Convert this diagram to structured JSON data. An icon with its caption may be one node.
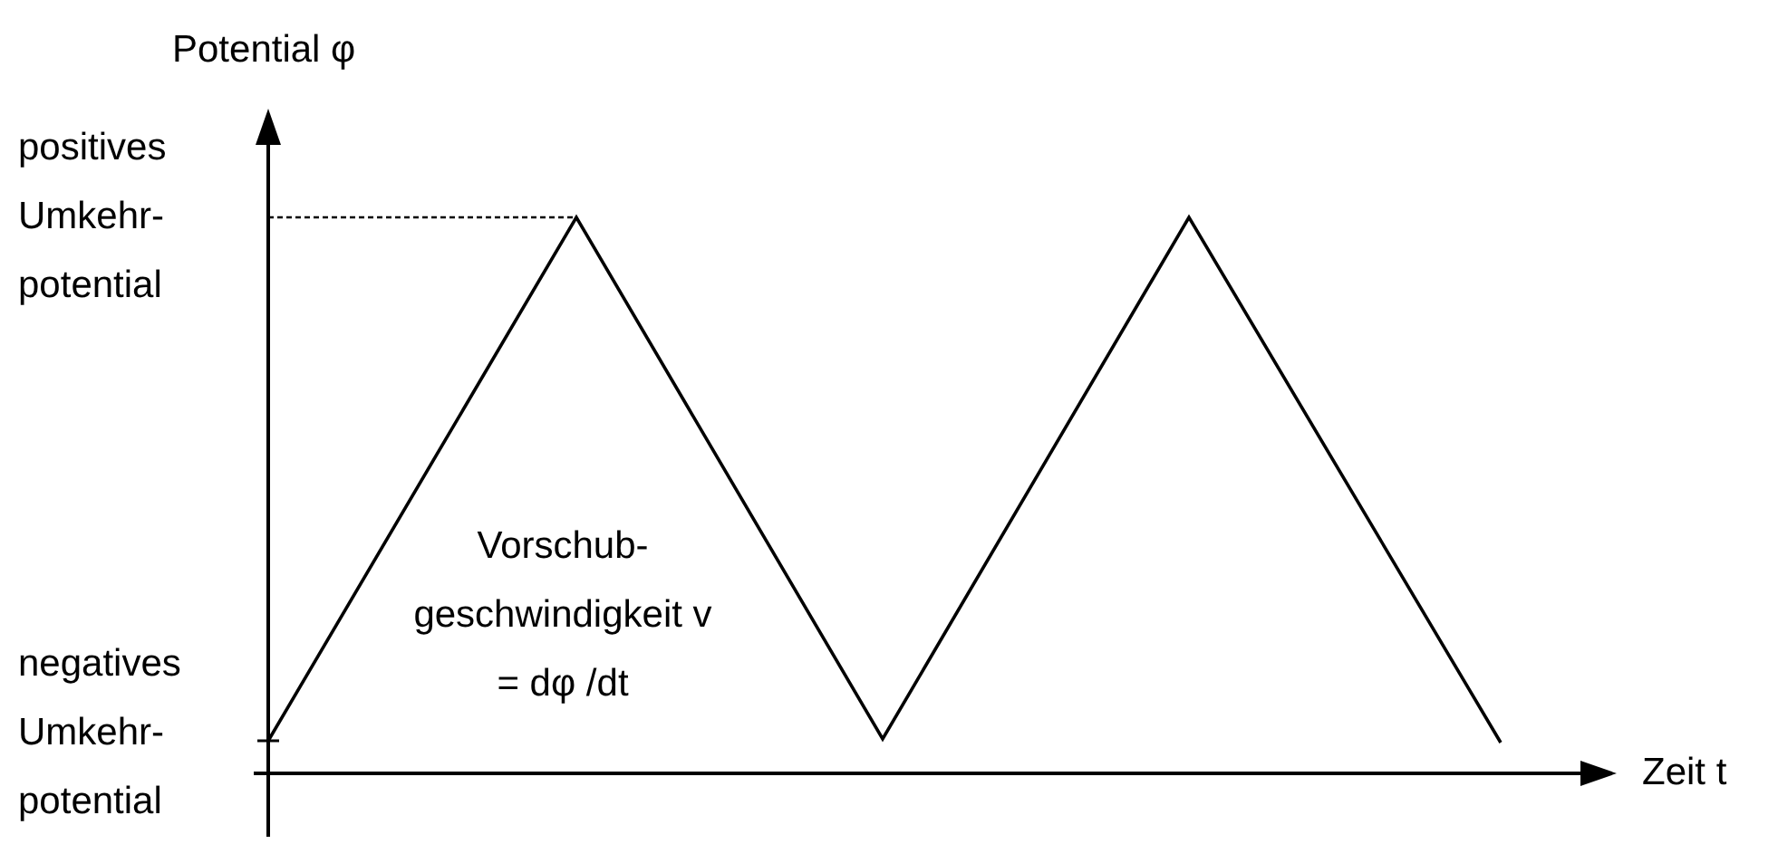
{
  "diagram": {
    "labels": [
      "Potential φ",
      "positives Umkehr-potential",
      "Vorschub-geschwindigkeit v = dφ /dt",
      "negatives Umkehr-potential",
      "Zeit t"
    ]
  }
}
